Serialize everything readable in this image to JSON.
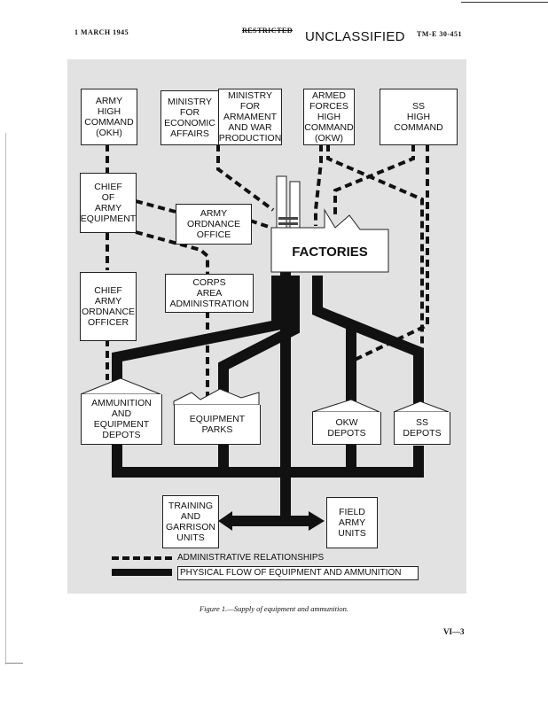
{
  "header": {
    "date": "1 MARCH 1945",
    "restricted_stamp": "RESTRICTED",
    "classification": "UNCLASSIFIED",
    "manual_number": "TM-E 30-451"
  },
  "diagram": {
    "nodes": {
      "okh": "ARMY\nHIGH\nCOMMAND\n(OKH)",
      "ministry_econ": "MINISTRY\nFOR\nECONOMIC\nAFFAIRS",
      "ministry_arm": "MINISTRY\nFOR\nARMAMENT\nAND WAR\nPRODUCTION",
      "okw": "ARMED\nFORCES\nHIGH\nCOMMAND\n(OKW)",
      "ss_command": "SS\nHIGH\nCOMMAND",
      "chief_equipment": "CHIEF\nOF\nARMY\nEQUIPMENT",
      "ordnance_office": "ARMY\nORDNANCE\nOFFICE",
      "factories": "FACTORIES",
      "chief_ordnance": "CHIEF\nARMY\nORDNANCE\nOFFICER",
      "corps_admin": "CORPS\nAREA\nADMINISTRATION",
      "ammo_depots": "AMMUNITION\nAND\nEQUIPMENT\nDEPOTS",
      "equipment_parks": "EQUIPMENT\nPARKS",
      "okw_depots": "OKW\nDEPOTS",
      "ss_depots": "SS\nDEPOTS",
      "training_units": "TRAINING\nAND\nGARRISON\nUNITS",
      "field_army": "FIELD\nARMY\nUNITS"
    },
    "legend": {
      "dashed": "ADMINISTRATIVE RELATIONSHIPS",
      "solid": "PHYSICAL FLOW OF EQUIPMENT AND AMMUNITION"
    },
    "colors": {
      "background": "#e2e2e2",
      "box": "#ffffff",
      "line": "#111111"
    }
  },
  "caption": "Figure 1.—Supply of equipment and ammunition.",
  "page_number": "VI—3"
}
